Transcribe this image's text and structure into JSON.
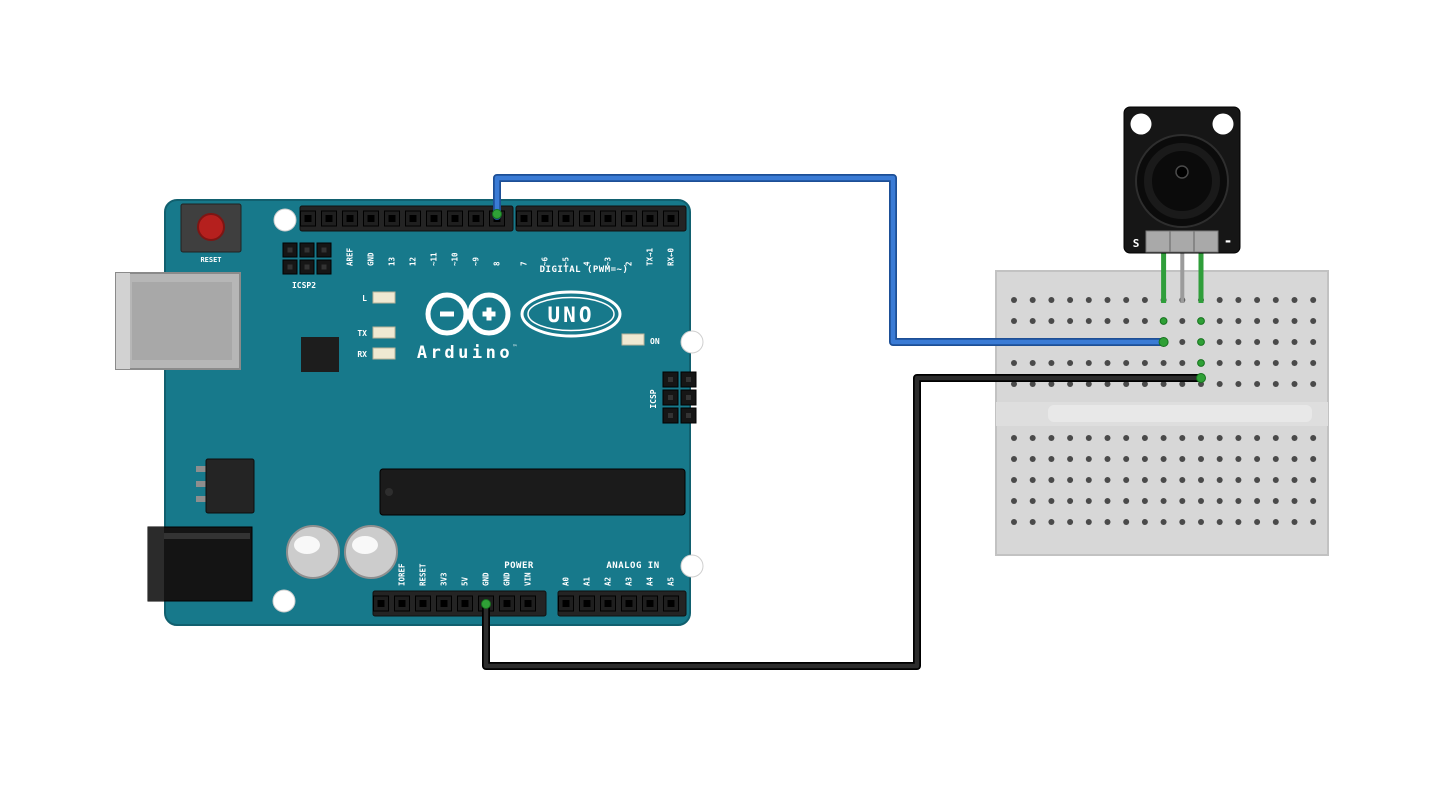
{
  "colors": {
    "board_teal": "#17798b",
    "board_edge": "#11606f",
    "wire_blue": "#3a7bd5",
    "wire_blue_dark": "#1d4f96",
    "wire_black": "#2c2c2c",
    "wire_black_dark": "#000000",
    "wire_green": "#2f9e3a",
    "connected_green": "#2fa036",
    "breadboard": "#d7d7d7",
    "breadboard_channel": "#dedede",
    "hole": "#4a4a4a",
    "led": "#efe9d2",
    "reset_red": "#b5201e"
  },
  "arduino": {
    "brand": "Arduino",
    "trademark": "™",
    "model": "UNO",
    "reset_label": "RESET",
    "icsp2_label": "ICSP2",
    "icsp_label": "ICSP",
    "digital_caption": "DIGITAL (PWM=~)",
    "power_caption": "POWER",
    "analog_caption": "ANALOG IN",
    "on_label": "ON",
    "led_labels": [
      "L",
      "TX",
      "RX"
    ],
    "digital_pins_left": [
      "AREF",
      "GND",
      "13",
      "12",
      "~11",
      "~10",
      "~9",
      "8"
    ],
    "digital_pins_right": [
      "7",
      "~6",
      "~5",
      "4",
      "~3",
      "2",
      "TX→1",
      "RX←0"
    ],
    "power_pins": [
      "IOREF",
      "RESET",
      "3V3",
      "5V",
      "GND",
      "GND",
      "VIN"
    ],
    "analog_pins": [
      "A0",
      "A1",
      "A2",
      "A3",
      "A4",
      "A5"
    ]
  },
  "buzzer": {
    "positive_label": "S",
    "negative_label": "-"
  },
  "wires": [
    {
      "name": "signal-wire",
      "color": "#3a7bd5"
    },
    {
      "name": "ground-wire",
      "color": "#2c2c2c"
    }
  ]
}
